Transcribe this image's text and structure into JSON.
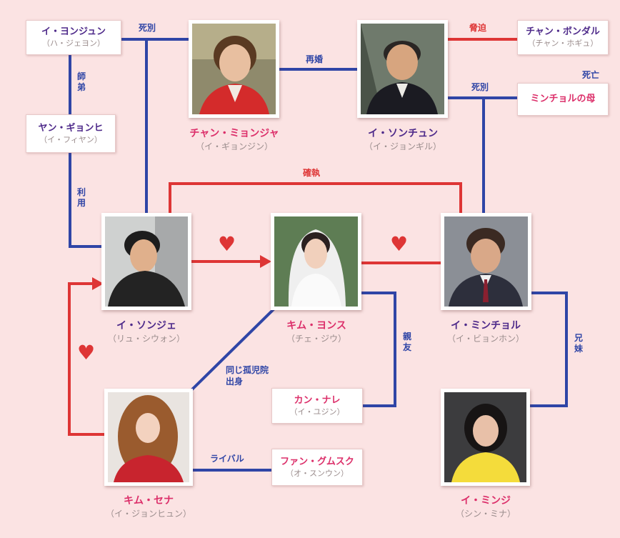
{
  "colors": {
    "blue": "#2f45a6",
    "red": "#de3535",
    "pink_name": "#dc2f6a",
    "purple_name": "#4e2a8a",
    "sub": "#9a8c8c",
    "background": "#fbe3e3"
  },
  "name_boxes": {
    "i_yongjun": {
      "name": "イ・ヨンジュン",
      "actor": "（ハ・ジェヨン）"
    },
    "yang_gyonhi": {
      "name": "ヤン・ギョンヒ",
      "actor": "（イ・フィヤン）"
    },
    "chan_bondal": {
      "name": "チャン・ボンダル",
      "actor": "（チャン・ホギュ）"
    },
    "minchol_mother": {
      "name": "ミンチョルの母"
    },
    "kan_nare": {
      "name": "カン・ナレ",
      "actor": "（イ・ユジン）"
    },
    "fan_gumusuku": {
      "name": "ファン・グムスク",
      "actor": "（オ・スンウン）"
    }
  },
  "characters": {
    "chan_myonja": {
      "name": "チャン・ミョンジャ",
      "actor": "（イ・ギョンジン）",
      "photo": "woman-red-jacket-photo"
    },
    "i_sonchun": {
      "name": "イ・ソンチュン",
      "actor": "（イ・ジョンギル）",
      "photo": "man-dark-suit-photo"
    },
    "i_sonje": {
      "name": "イ・ソンジェ",
      "actor": "（リュ・シウォン）",
      "photo": "young-man-black-coat-photo"
    },
    "kim_yonsu": {
      "name": "キム・ヨンス",
      "actor": "（チェ・ジウ）",
      "photo": "bride-veil-photo"
    },
    "i_minchol": {
      "name": "イ・ミンチョル",
      "actor": "（イ・ビョンホン）",
      "photo": "man-suit-tie-photo"
    },
    "kim_sena": {
      "name": "キム・セナ",
      "actor": "（イ・ジョンヒュン）",
      "photo": "curly-hair-woman-photo"
    },
    "i_minji": {
      "name": "イ・ミンジ",
      "actor": "（シン・ミナ）",
      "photo": "girl-yellow-top-photo"
    }
  },
  "relations": {
    "shibetsu_1": "死別",
    "saikon": "再婚",
    "kyouhaku": "脅迫",
    "shibetsu_2": "死別",
    "shibou": "死亡",
    "shitei": "師弟",
    "riyou": "利用",
    "kakushitsu": "確執",
    "shinyuu": "親友",
    "kyoudai": "兄妹",
    "orphanage_line1": "同じ孤児院",
    "orphanage_line2": "出身",
    "rival": "ライバル"
  },
  "hearts": [
    "♥",
    "♥",
    "♥"
  ]
}
